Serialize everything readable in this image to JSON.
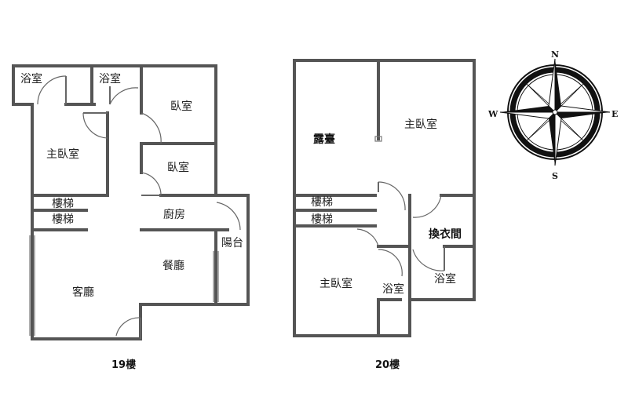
{
  "floor19": {
    "label": "19樓",
    "rooms": {
      "bath1": "浴室",
      "bath2": "浴室",
      "bedroom1": "臥室",
      "master": "主臥室",
      "bedroom2": "臥室",
      "stairs1": "樓梯",
      "stairs2": "樓梯",
      "kitchen": "廚房",
      "balcony": "陽台",
      "dining": "餐廳",
      "living": "客廳"
    }
  },
  "floor20": {
    "label": "20樓",
    "rooms": {
      "terrace": "露臺",
      "master_top": "主臥室",
      "stairs1": "樓梯",
      "stairs2": "樓梯",
      "closet": "換衣間",
      "master_bottom": "主臥室",
      "bath_small": "浴室",
      "bath": "浴室"
    }
  },
  "compass": {
    "north": "N",
    "south": "S",
    "east": "E",
    "west": "W"
  }
}
